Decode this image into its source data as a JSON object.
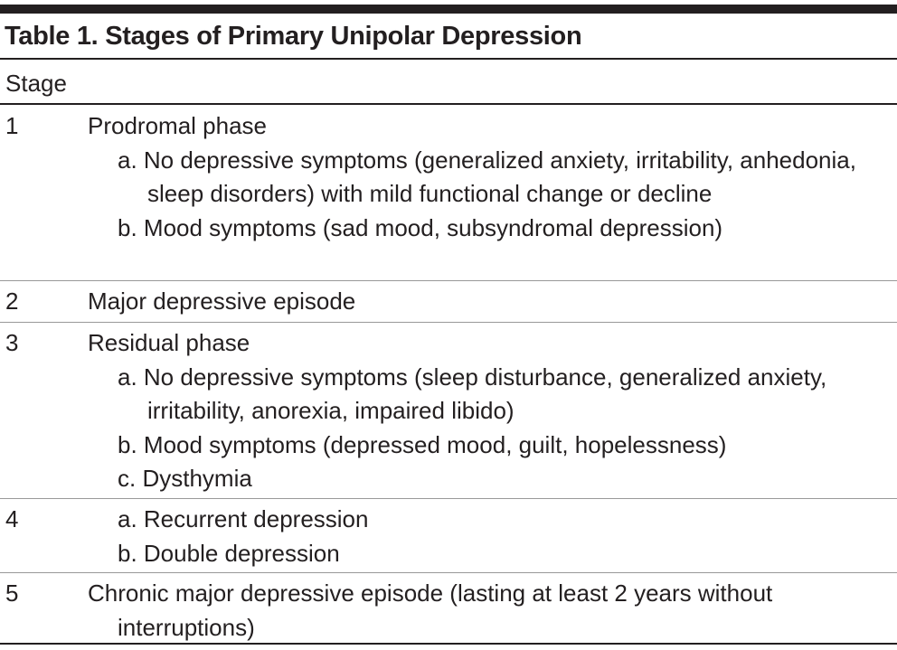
{
  "title": "Table 1. Stages of Primary Unipolar Depression",
  "header": {
    "stage": "Stage"
  },
  "rows": [
    {
      "stage": "1",
      "label": "Prodromal phase",
      "items": [
        "a. No depressive symptoms (generalized anxiety, irritability, anhedonia, sleep disorders) with mild functional change or decline",
        "b. Mood symptoms (sad mood, subsyndromal depression)"
      ]
    },
    {
      "stage": "2",
      "label": "Major depressive episode"
    },
    {
      "stage": "3",
      "label": "Residual phase",
      "items": [
        "a. No depressive symptoms (sleep disturbance, generalized anxiety, irritability, anorexia, impaired libido)",
        "b. Mood symptoms (depressed mood, guilt, hopelessness)",
        "c. Dysthymia"
      ]
    },
    {
      "stage": "4",
      "items": [
        "a. Recurrent depression",
        "b. Double depression"
      ]
    },
    {
      "stage": "5",
      "label": "Chronic major depressive episode (lasting at least 2 years without interruptions)"
    }
  ]
}
